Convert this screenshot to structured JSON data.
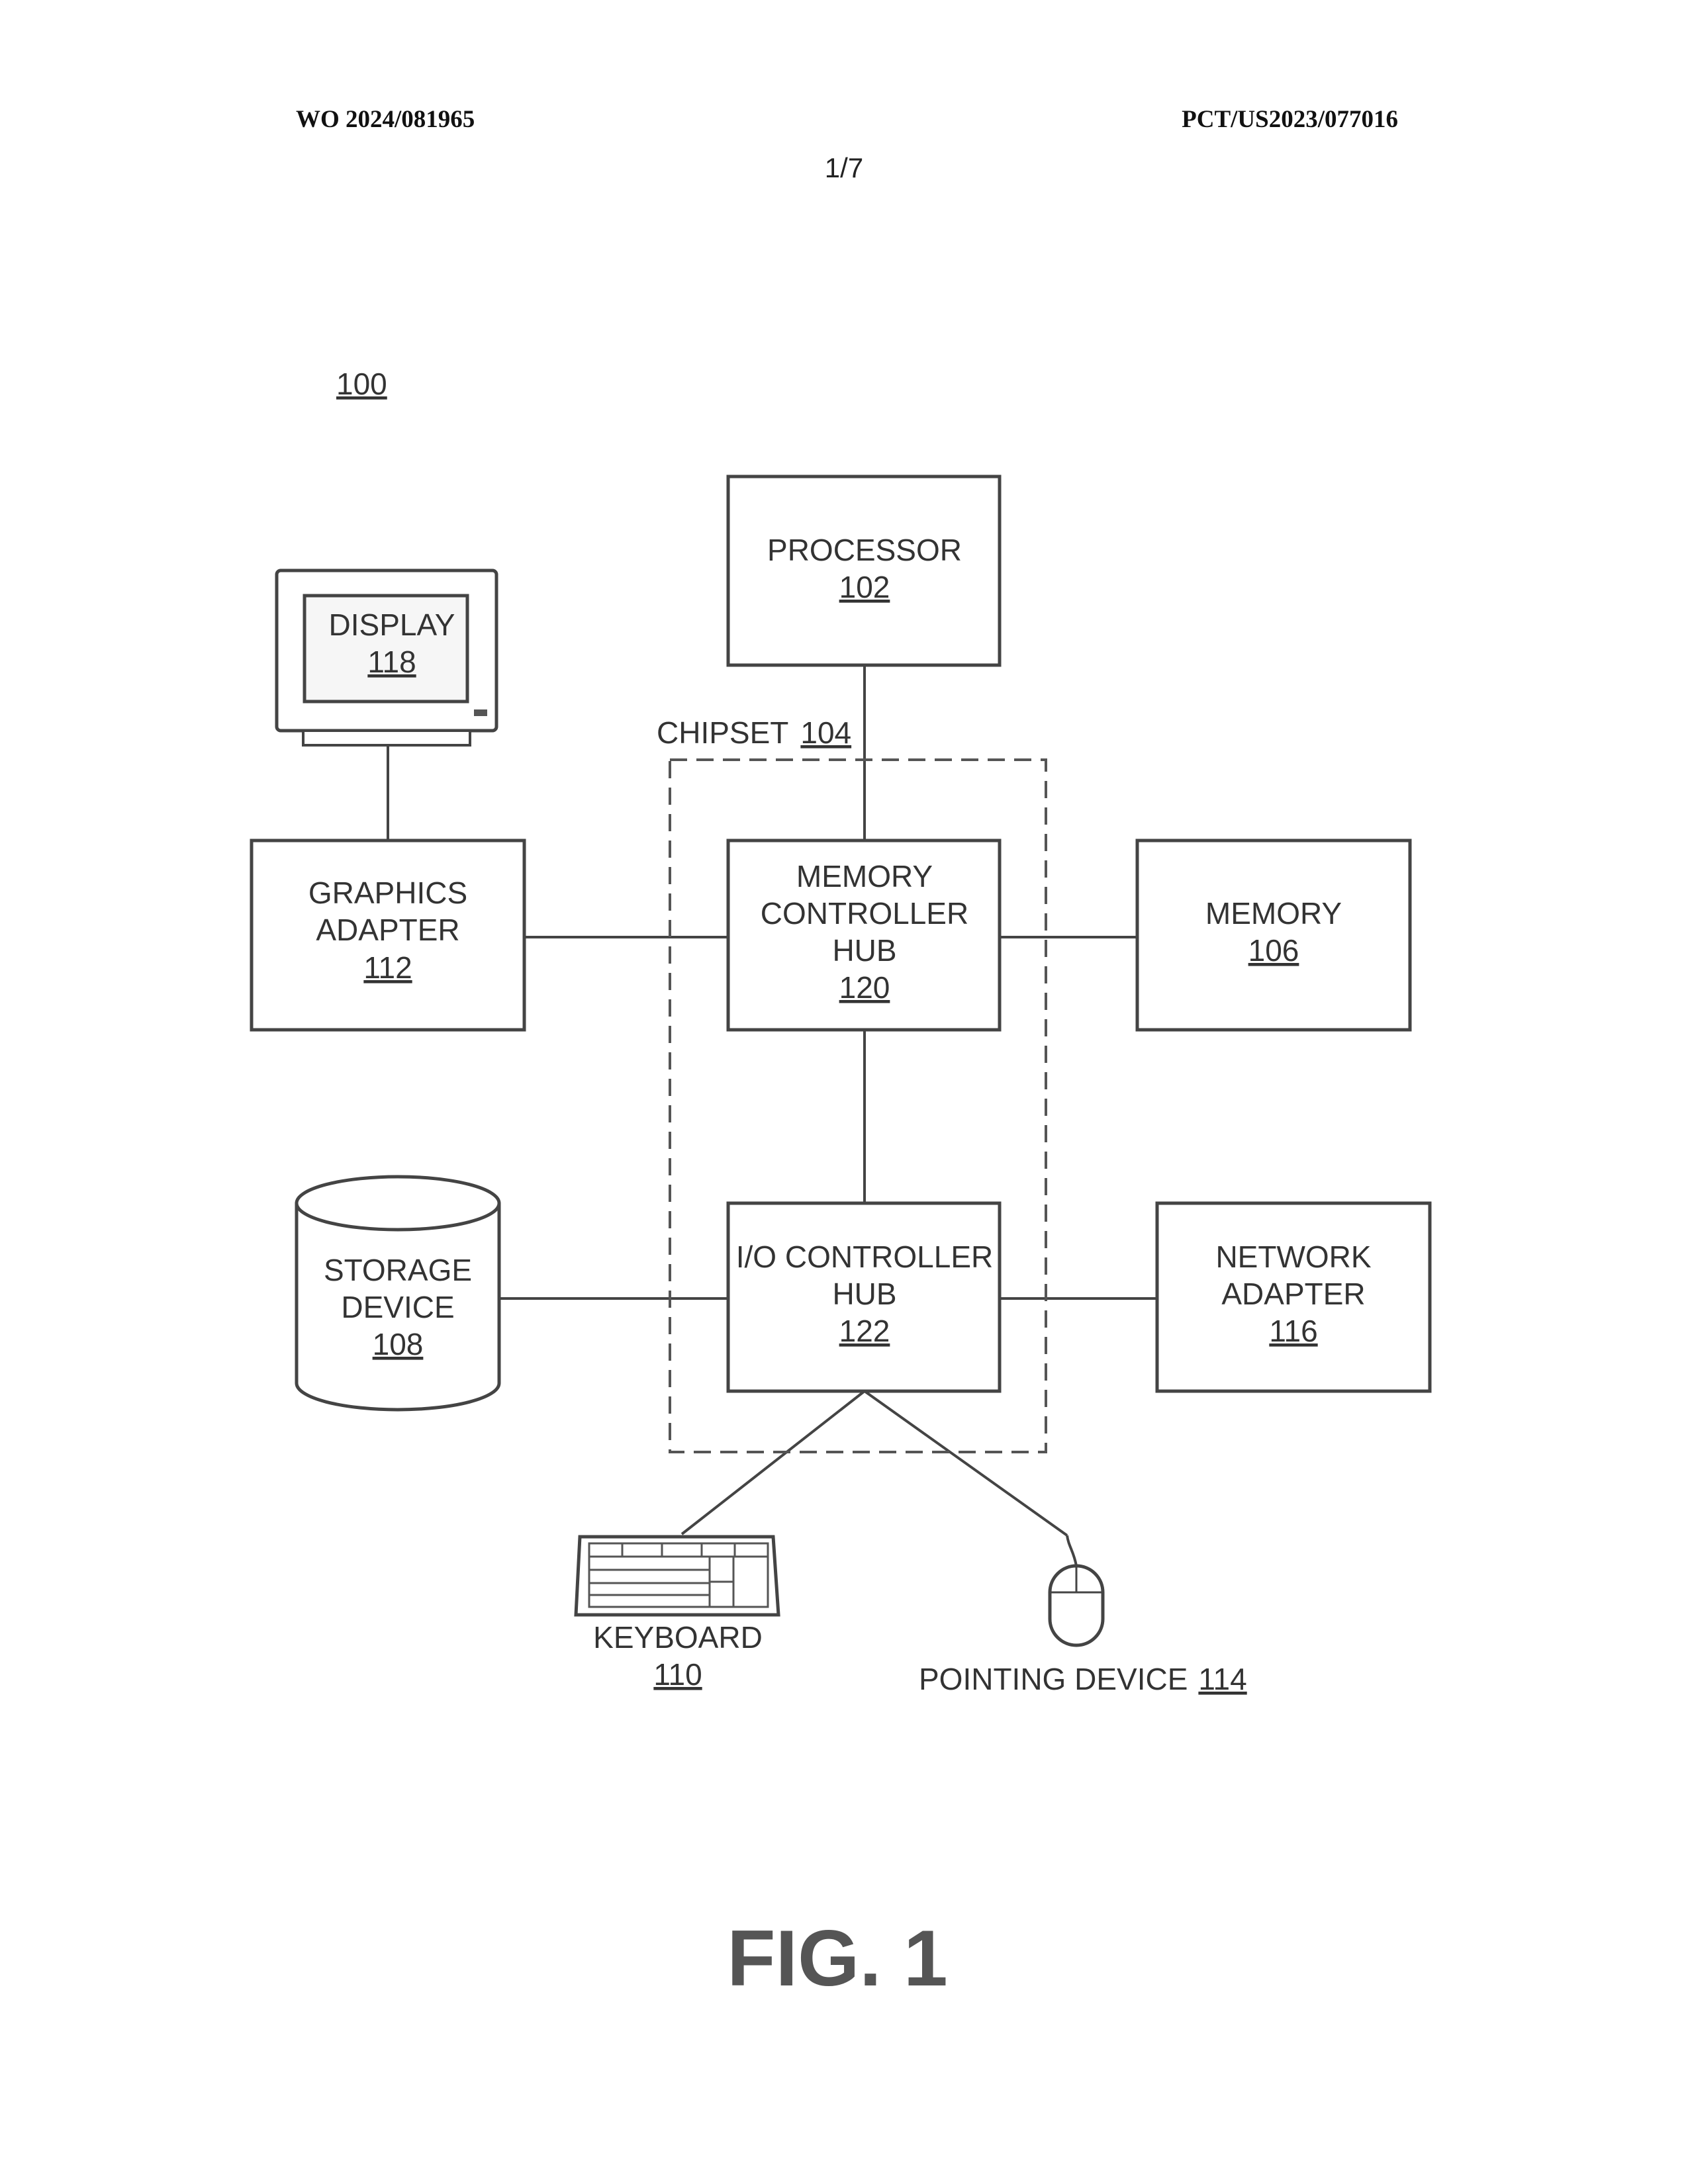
{
  "header": {
    "publication_number": "WO 2024/081965",
    "application_number": "PCT/US2023/077016",
    "sheet": "1/7"
  },
  "figure": {
    "system_ref": "100",
    "caption": "FIG. 1"
  },
  "components": {
    "processor": {
      "label": "PROCESSOR",
      "ref": "102"
    },
    "chipset": {
      "label": "CHIPSET",
      "ref": "104"
    },
    "memory": {
      "label": "MEMORY",
      "ref": "106"
    },
    "storage": {
      "line1": "STORAGE",
      "line2": "DEVICE",
      "ref": "108"
    },
    "keyboard": {
      "label": "KEYBOARD",
      "ref": "110"
    },
    "graphics": {
      "line1": "GRAPHICS",
      "line2": "ADAPTER",
      "ref": "112"
    },
    "pointing": {
      "label": "POINTING DEVICE",
      "ref": "114"
    },
    "network": {
      "line1": "NETWORK",
      "line2": "ADAPTER",
      "ref": "116"
    },
    "display": {
      "label": "DISPLAY",
      "ref": "118"
    },
    "mch": {
      "line1": "MEMORY",
      "line2": "CONTROLLER",
      "line3": "HUB",
      "ref": "120"
    },
    "ioch": {
      "line1": "I/O CONTROLLER",
      "line2": "HUB",
      "ref": "122"
    }
  }
}
